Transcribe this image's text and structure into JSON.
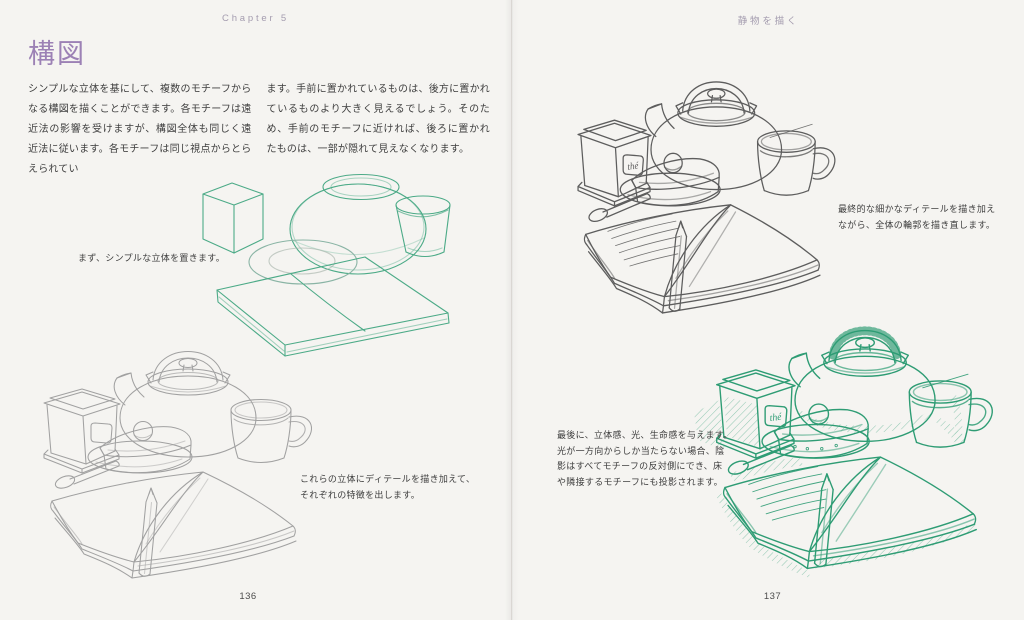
{
  "left_page": {
    "header": "Chapter 5",
    "title": "構図",
    "body_col1": "シンプルな立体を基にして、複数のモチーフからなる構図を描くことができます。各モチーフは遠近法の影響を受けますが、構図全体も同じく遠近法に従います。各モチーフは同じ視点からとらえられてい",
    "body_col2": "ます。手前に置かれているものは、後方に置かれているものより大きく見えるでしょう。そのため、手前のモチーフに近ければ、後ろに置かれたものは、一部が隠れて見えなくなります。",
    "caption_simple_forms": "まず、シンプルな立体を置きます。",
    "caption_details": "これらの立体にディテールを描き加えて、\nそれぞれの特徴を出します。",
    "page_number": "136"
  },
  "right_page": {
    "header": "静物を描く",
    "caption_outline": "最終的な細かなディテールを描き加え\nながら、全体の輪郭を描き直します。",
    "caption_final": "最後に、立体感、光、生命感を与えます。\n光が一方向からしか当たらない場合、陰\n影はすべてモチーフの反対側にでき、床\nや隣接するモチーフにも投影されます。",
    "page_number": "137"
  },
  "illustrations": {
    "tea_box_label": "thé"
  },
  "colors": {
    "paper": "#f5f4f1",
    "accent_purple": "#9c81b5",
    "header_lavender": "#a49caf",
    "sketch_green_light": "#3aa37c",
    "sketch_grey_light": "#9d9d9d",
    "sketch_grey_dark": "#5d5d5d",
    "sketch_green_final": "#2e9c74",
    "body_text": "#3e3e3e"
  }
}
